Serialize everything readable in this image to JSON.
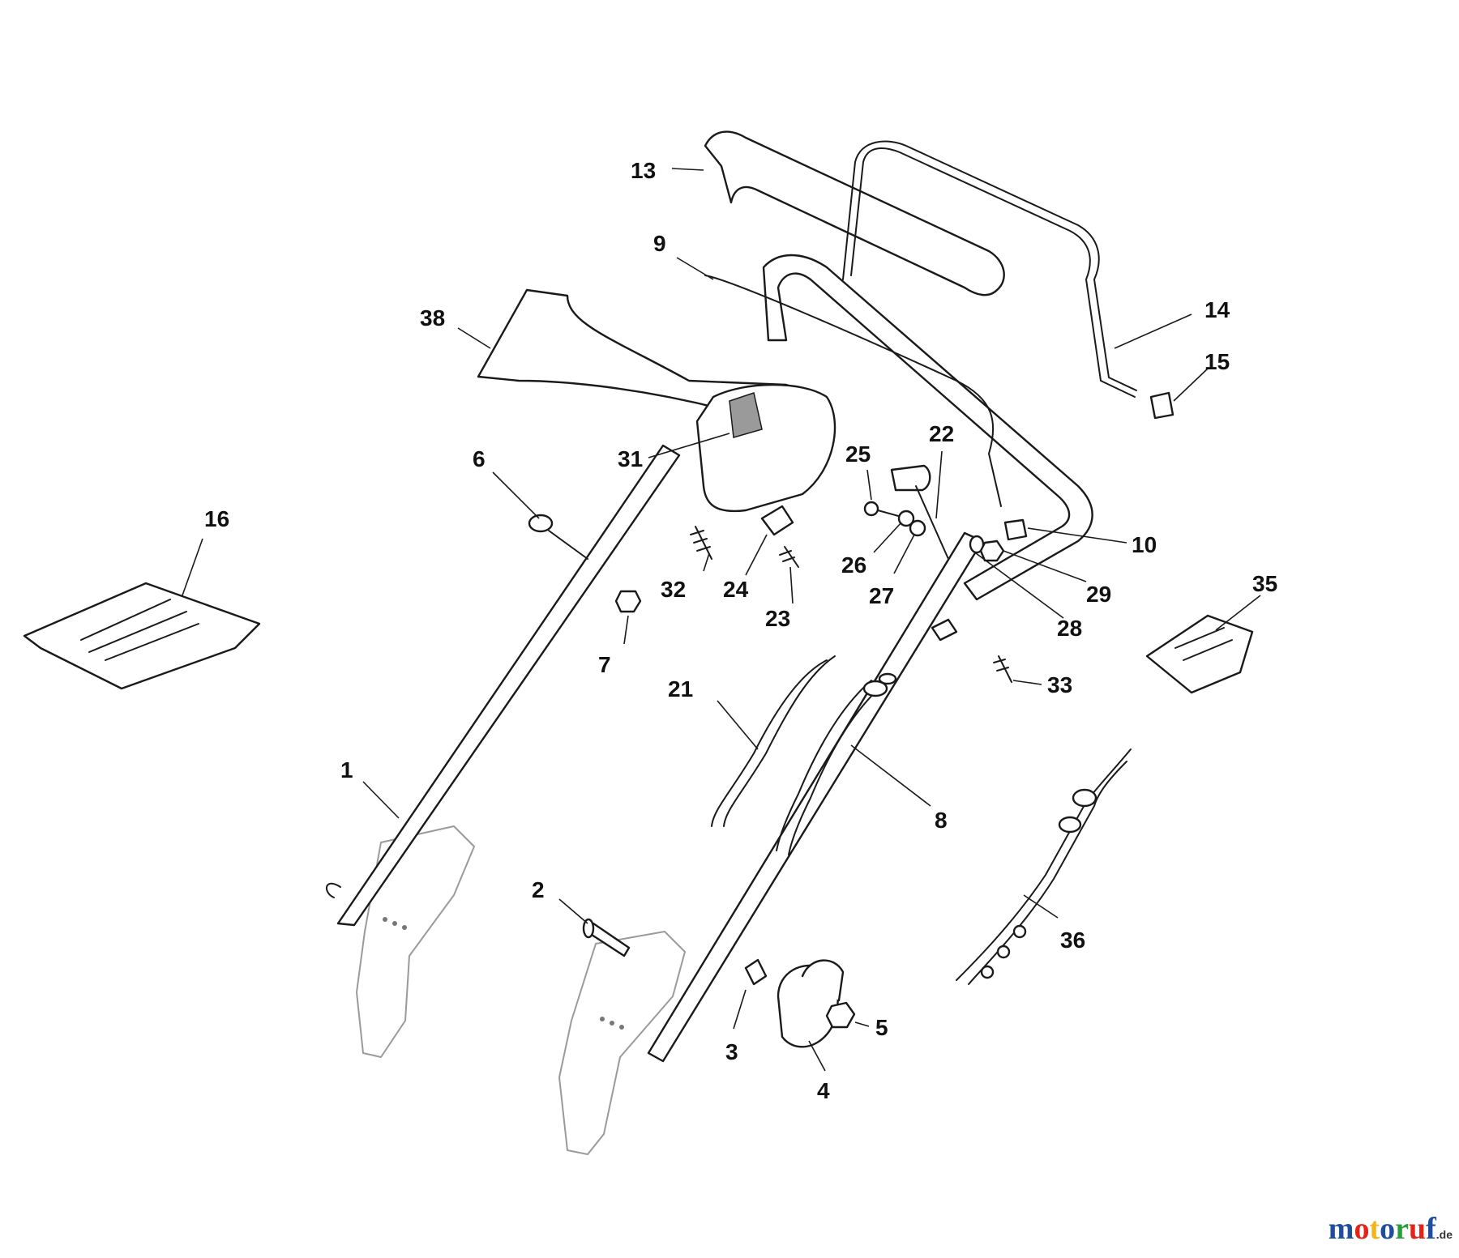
{
  "callouts": [
    "1",
    "2",
    "3",
    "4",
    "5",
    "6",
    "7",
    "8",
    "9",
    "10",
    "13",
    "14",
    "15",
    "16",
    "21",
    "22",
    "23",
    "24",
    "25",
    "26",
    "27",
    "28",
    "29",
    "31",
    "32",
    "33",
    "35",
    "36",
    "38"
  ],
  "logo": {
    "letters": [
      "m",
      "o",
      "t",
      "o",
      "r",
      "u",
      "f"
    ],
    "letter_colors": [
      "#1f4e9c",
      "#e2231a",
      "#f2b31b",
      "#1f4e9c",
      "#2a9d3a",
      "#e2231a",
      "#1f4e9c"
    ],
    "tld": ".de"
  }
}
